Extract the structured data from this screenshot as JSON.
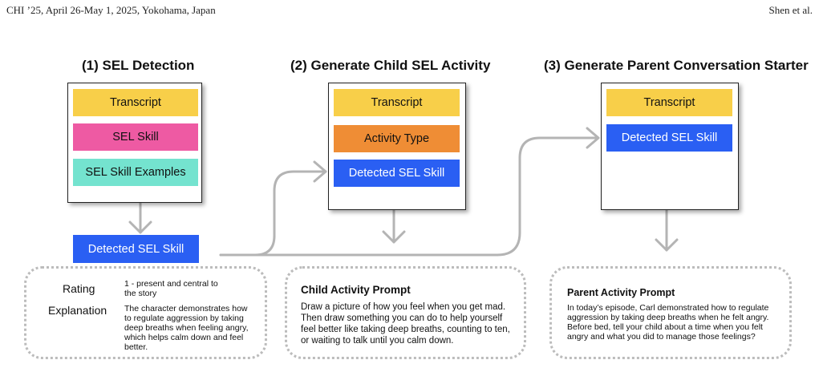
{
  "header": {
    "venue": "CHI ’25, April 26-May 1, 2025, Yokohama, Japan",
    "authors": "Shen et al."
  },
  "steps": [
    {
      "title": "(1) SEL Detection",
      "inputs": [
        "Transcript",
        "SEL Skill",
        "SEL Skill Examples"
      ],
      "output": "Detected SEL Skill"
    },
    {
      "title": "(2) Generate Child SEL Activity",
      "inputs": [
        "Transcript",
        "Activity Type",
        "Detected SEL Skill"
      ]
    },
    {
      "title": "(3) Generate Parent Conversation Starter",
      "inputs": [
        "Transcript",
        "Detected SEL Skill"
      ]
    }
  ],
  "detection_result": {
    "rating_label": "Rating",
    "rating_value_line1": "1 - present and central to",
    "rating_value_line2": "the story",
    "explanation_label": "Explanation",
    "explanation_text": "The character demonstrates how to regulate aggression by taking deep breaths when feeling angry, which helps calm down and feel better."
  },
  "child_prompt": {
    "title": "Child Activity Prompt",
    "text": "Draw a picture of how you feel when you get mad. Then draw something you can do to help yourself feel better like taking deep breaths, counting to ten, or waiting to talk until you calm down."
  },
  "parent_prompt": {
    "title": "Parent Activity Prompt",
    "text": "In today’s episode, Carl demonstrated how to regulate aggression by taking deep breaths when he felt angry. Before bed, tell your child about a time when you felt angry and what you did to manage those feelings?"
  },
  "colors": {
    "transcript": "#f8cf49",
    "sel_skill": "#ee5aa3",
    "sel_skill_examples": "#74e3cf",
    "activity_type": "#ef8d35",
    "detected_sel_skill": "#2a5ff3",
    "arrow": "#b4b4b4"
  }
}
